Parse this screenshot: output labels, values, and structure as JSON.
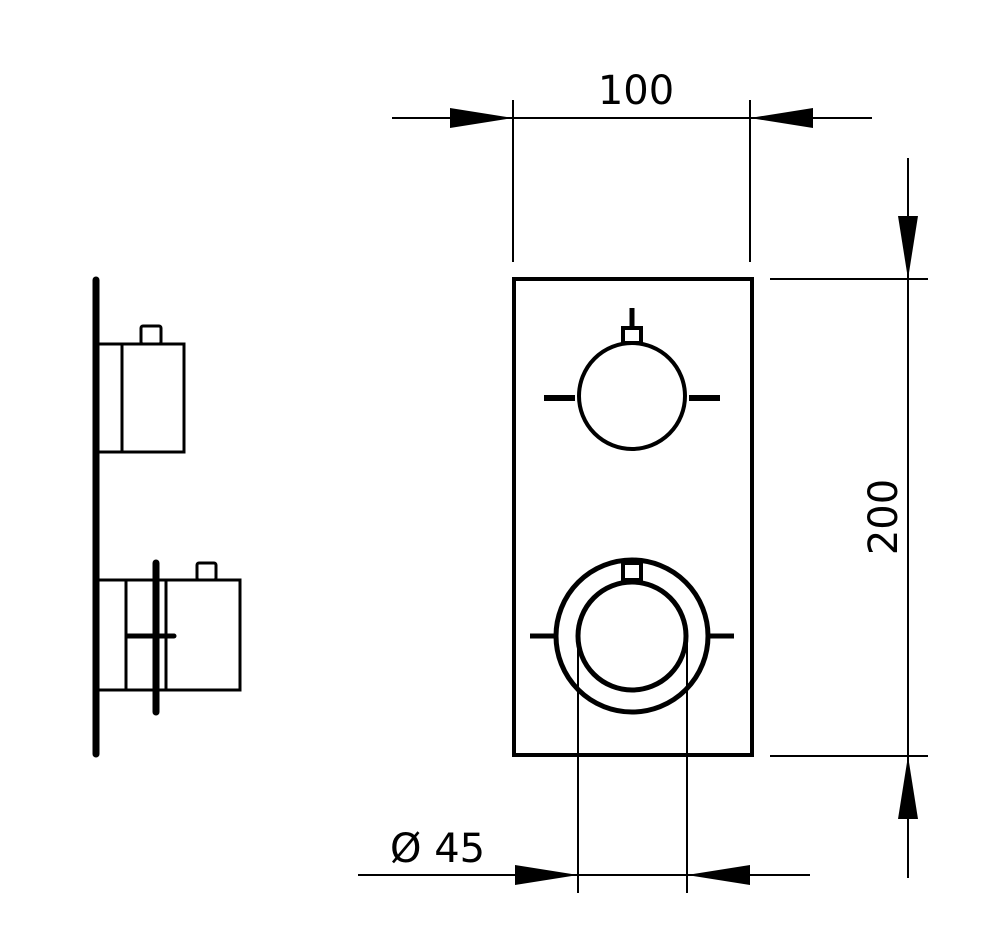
{
  "dimensions": {
    "width_label": "100",
    "height_label": "200",
    "diameter_label": "Ø 45"
  },
  "colors": {
    "line": "#000000",
    "background": "#ffffff"
  }
}
